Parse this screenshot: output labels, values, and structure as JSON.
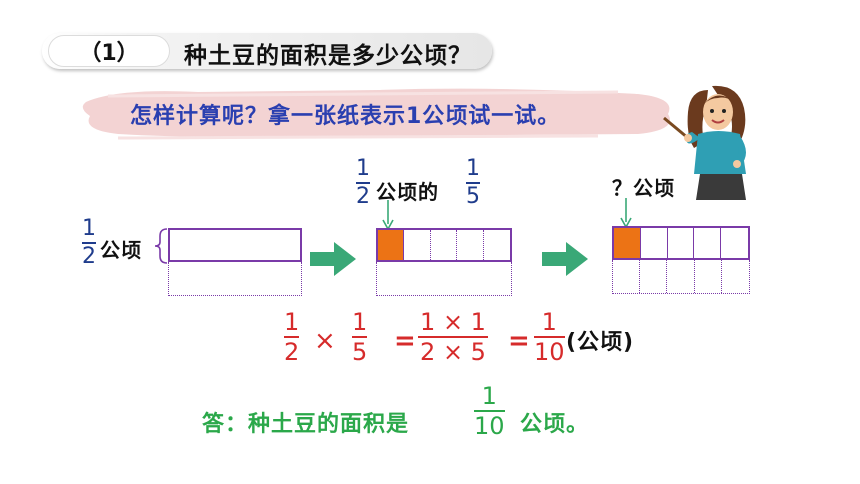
{
  "question": {
    "number": "（1）",
    "text": "种土豆的面积是多少公顷？"
  },
  "prompt": "怎样计算呢？拿一张纸表示1公顷试一试。",
  "diagram": {
    "half": {
      "num": "1",
      "den": "2",
      "unit": "公顷"
    },
    "half_of_fifth": {
      "num1": "1",
      "den1": "2",
      "mid": "公顷的",
      "num2": "1",
      "den2": "5"
    },
    "question_label": "？公顷",
    "colors": {
      "outline": "#7a3aa8",
      "fill": "#ec7315",
      "arrow": "#3aa877"
    }
  },
  "equation": {
    "f1": {
      "num": "1",
      "den": "2"
    },
    "times": "×",
    "f2": {
      "num": "1",
      "den": "5"
    },
    "eq1": "=",
    "f3": {
      "num": "1 × 1",
      "den": "2 × 5"
    },
    "eq2": "=",
    "f4": {
      "num": "1",
      "den": "10"
    },
    "unit": "(公顷)"
  },
  "answer": {
    "prefix": "答：种土豆的面积是",
    "num": "1",
    "den": "10",
    "suffix": "公顷。"
  }
}
